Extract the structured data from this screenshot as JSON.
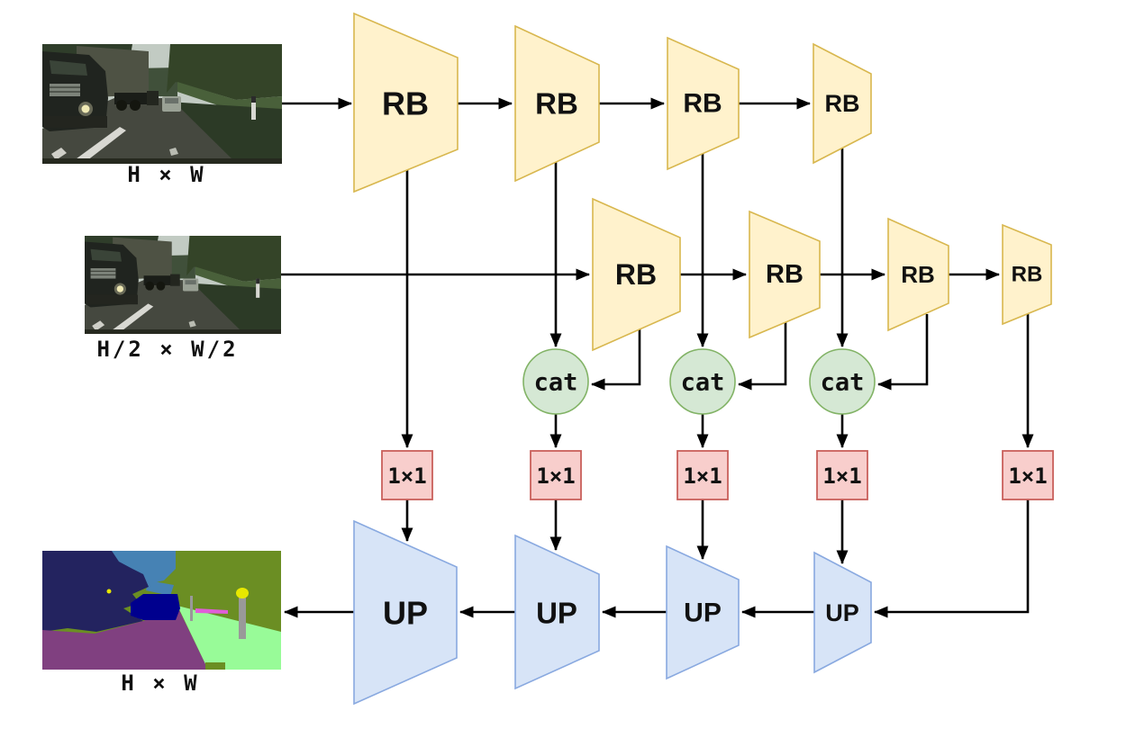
{
  "top_branch": {
    "input_caption": "H × W",
    "blocks": [
      "RB",
      "RB",
      "RB",
      "RB"
    ]
  },
  "bottom_branch": {
    "input_caption": "H/2 × W/2",
    "blocks": [
      "RB",
      "RB",
      "RB",
      "RB"
    ]
  },
  "fusion": {
    "cat_nodes": [
      "cat",
      "cat",
      "cat"
    ],
    "conv_nodes": [
      "1×1",
      "1×1",
      "1×1",
      "1×1",
      "1×1"
    ]
  },
  "decoder": {
    "blocks": [
      "UP",
      "UP",
      "UP",
      "UP"
    ],
    "output_caption": "H × W"
  },
  "colors": {
    "encoder_fill": "#FFF2CC",
    "encoder_stroke": "#D8B74E",
    "cat_fill": "#D5E8D4",
    "cat_stroke": "#82B366",
    "conv_fill": "#F8CECC",
    "conv_stroke": "#C9605B",
    "decoder_fill": "#D7E4F7",
    "decoder_stroke": "#89A9E0",
    "wire": "#000000",
    "label": "#111111",
    "background": "#FFFFFF",
    "seg_road": "#804080",
    "seg_sky": "#4682B4",
    "seg_vegetation": "#6B8E23",
    "seg_terrain": "#98FB98",
    "seg_building": "#23235F",
    "seg_car": "#00008E",
    "seg_pole": "#999999",
    "seg_sidewalk": "#E05ED8",
    "seg_sign": "#E8E800"
  }
}
